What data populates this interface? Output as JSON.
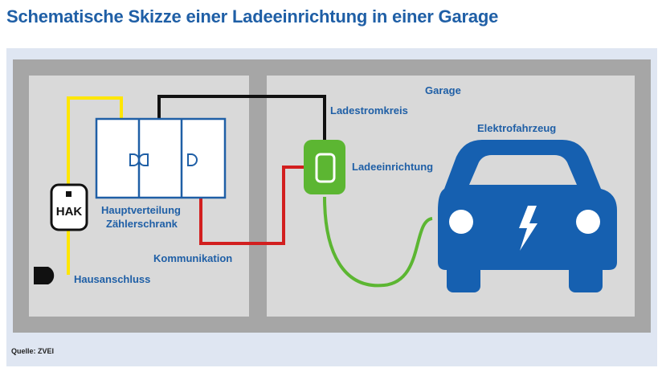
{
  "title": "Schematische Skizze einer Ladeeinrichtung in einer Garage",
  "labels": {
    "garage": "Garage",
    "ladestromkreis": "Ladestromkreis",
    "elektrofahrzeug": "Elektrofahrzeug",
    "ladeeinrichtung": "Ladeeinrichtung",
    "hak": "HAK",
    "hauptverteilung": "Hauptverteilung",
    "zaehlerschrank": "Zählerschrank",
    "kommunikation": "Kommunikation",
    "hausanschluss": "Hausanschluss"
  },
  "source": "Quelle: ZVEI",
  "colors": {
    "title": "#1f5fa6",
    "text": "#1f5fa6",
    "wall": "#a6a6a6",
    "room": "#d9d9d9",
    "background": "#dfe6f2",
    "cabinet": "#ffffff",
    "cabinet_border": "#1f5fa6",
    "car": "#1660b0",
    "wallbox": "#5cb632",
    "yellow_wire": "#ffe600",
    "black_wire": "#111111",
    "red_wire": "#d21f1f",
    "green_cable": "#5cb632"
  },
  "icons": [
    "lightning-icon",
    "house-connection-icon",
    "breaker-icon"
  ]
}
